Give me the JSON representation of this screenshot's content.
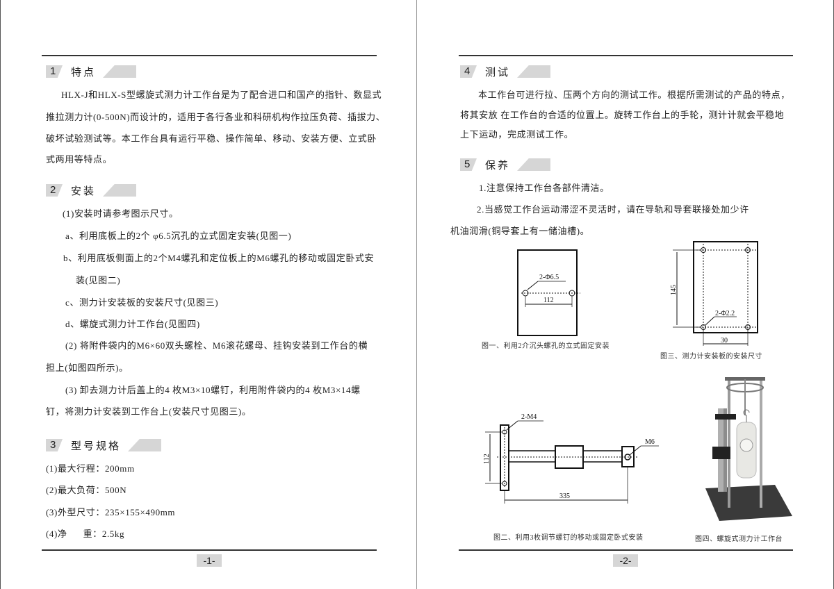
{
  "left": {
    "sections": [
      {
        "num": "1",
        "title": "特点",
        "lines": [
          "HLX-J和HLX-S型螺旋式测力计工作台是为了配合进口和国产的指针、数显式",
          "推拉测力计(0-500N)而设计的，适用于各行各业和科研机构作拉压负荷、插拔力、",
          "破坏试验测试等。本工作台具有运行平稳、操作简单、移动、安装方便、立式卧",
          "式两用等特点。"
        ]
      },
      {
        "num": "2",
        "title": "安装",
        "lines": [
          "(1)安装时请参考图示尺寸。",
          "a、利用底板上的2个 φ6.5沉孔的立式固定安装(见图一)",
          "b、利用底板侧面上的2个M4螺孔和定位板上的M6螺孔的移动或固定卧式安",
          "装(见图二)",
          "c、测力计安装板的安装尺寸(见图三)",
          "d、螺旋式测力计工作台(见图四)",
          "(2)   将附件袋内的M6×60双头螺栓、M6滚花螺母、挂钩安装到工作台的横",
          "担上(如图四所示)。",
          "(3)   卸去测力计后盖上的4 枚M3×10螺钉，利用附件袋内的4 枚M3×14螺",
          "钉，将测力计安装到工作台上(安装尺寸见图三)。"
        ]
      },
      {
        "num": "3",
        "title": "型号规格",
        "lines": [
          "(1)最大行程：200mm",
          "(2)最大负荷：500N",
          "(3)外型尺寸：235×155×490mm",
          "(4)净      重：2.5kg"
        ]
      }
    ],
    "page_number": "-1-"
  },
  "right": {
    "sections": [
      {
        "num": "4",
        "title": "测试",
        "lines": [
          "本工作台可进行拉、压两个方向的测试工作。根据所需测试的产品的特点，",
          "将其安放 在工作台的合适的位置上。旋转工作台上的手轮，测计计就会平稳地",
          "上下运动，完成测试工作。"
        ]
      },
      {
        "num": "5",
        "title": "保养",
        "lines": [
          "1.注意保持工作台各部件清洁。",
          "2.当感觉工作台运动滞涩不灵活时，请在导轨和导套联接处加少许",
          "机油润滑(铜导套上有一储油槽)。"
        ]
      }
    ],
    "figures": {
      "fig1": {
        "caption": "图一、利用2介沉头螺孔的立式固定安装",
        "hole_label": "2-Φ6.5",
        "dim": "112"
      },
      "fig2": {
        "caption": "图二、利用3枚调节螺钉的移动或固定卧式安装",
        "hole_label": "2-M4",
        "m6_label": "M6",
        "dim_v": "112",
        "dim_h": "335"
      },
      "fig3": {
        "caption": "图三、测力计安装板的安装尺寸",
        "hole_label": "2-Φ2.2",
        "dim_v": "145",
        "dim_h": "30"
      },
      "fig4": {
        "caption": "图四、螺旋式测力计工作台"
      }
    },
    "page_number": "-2-"
  }
}
